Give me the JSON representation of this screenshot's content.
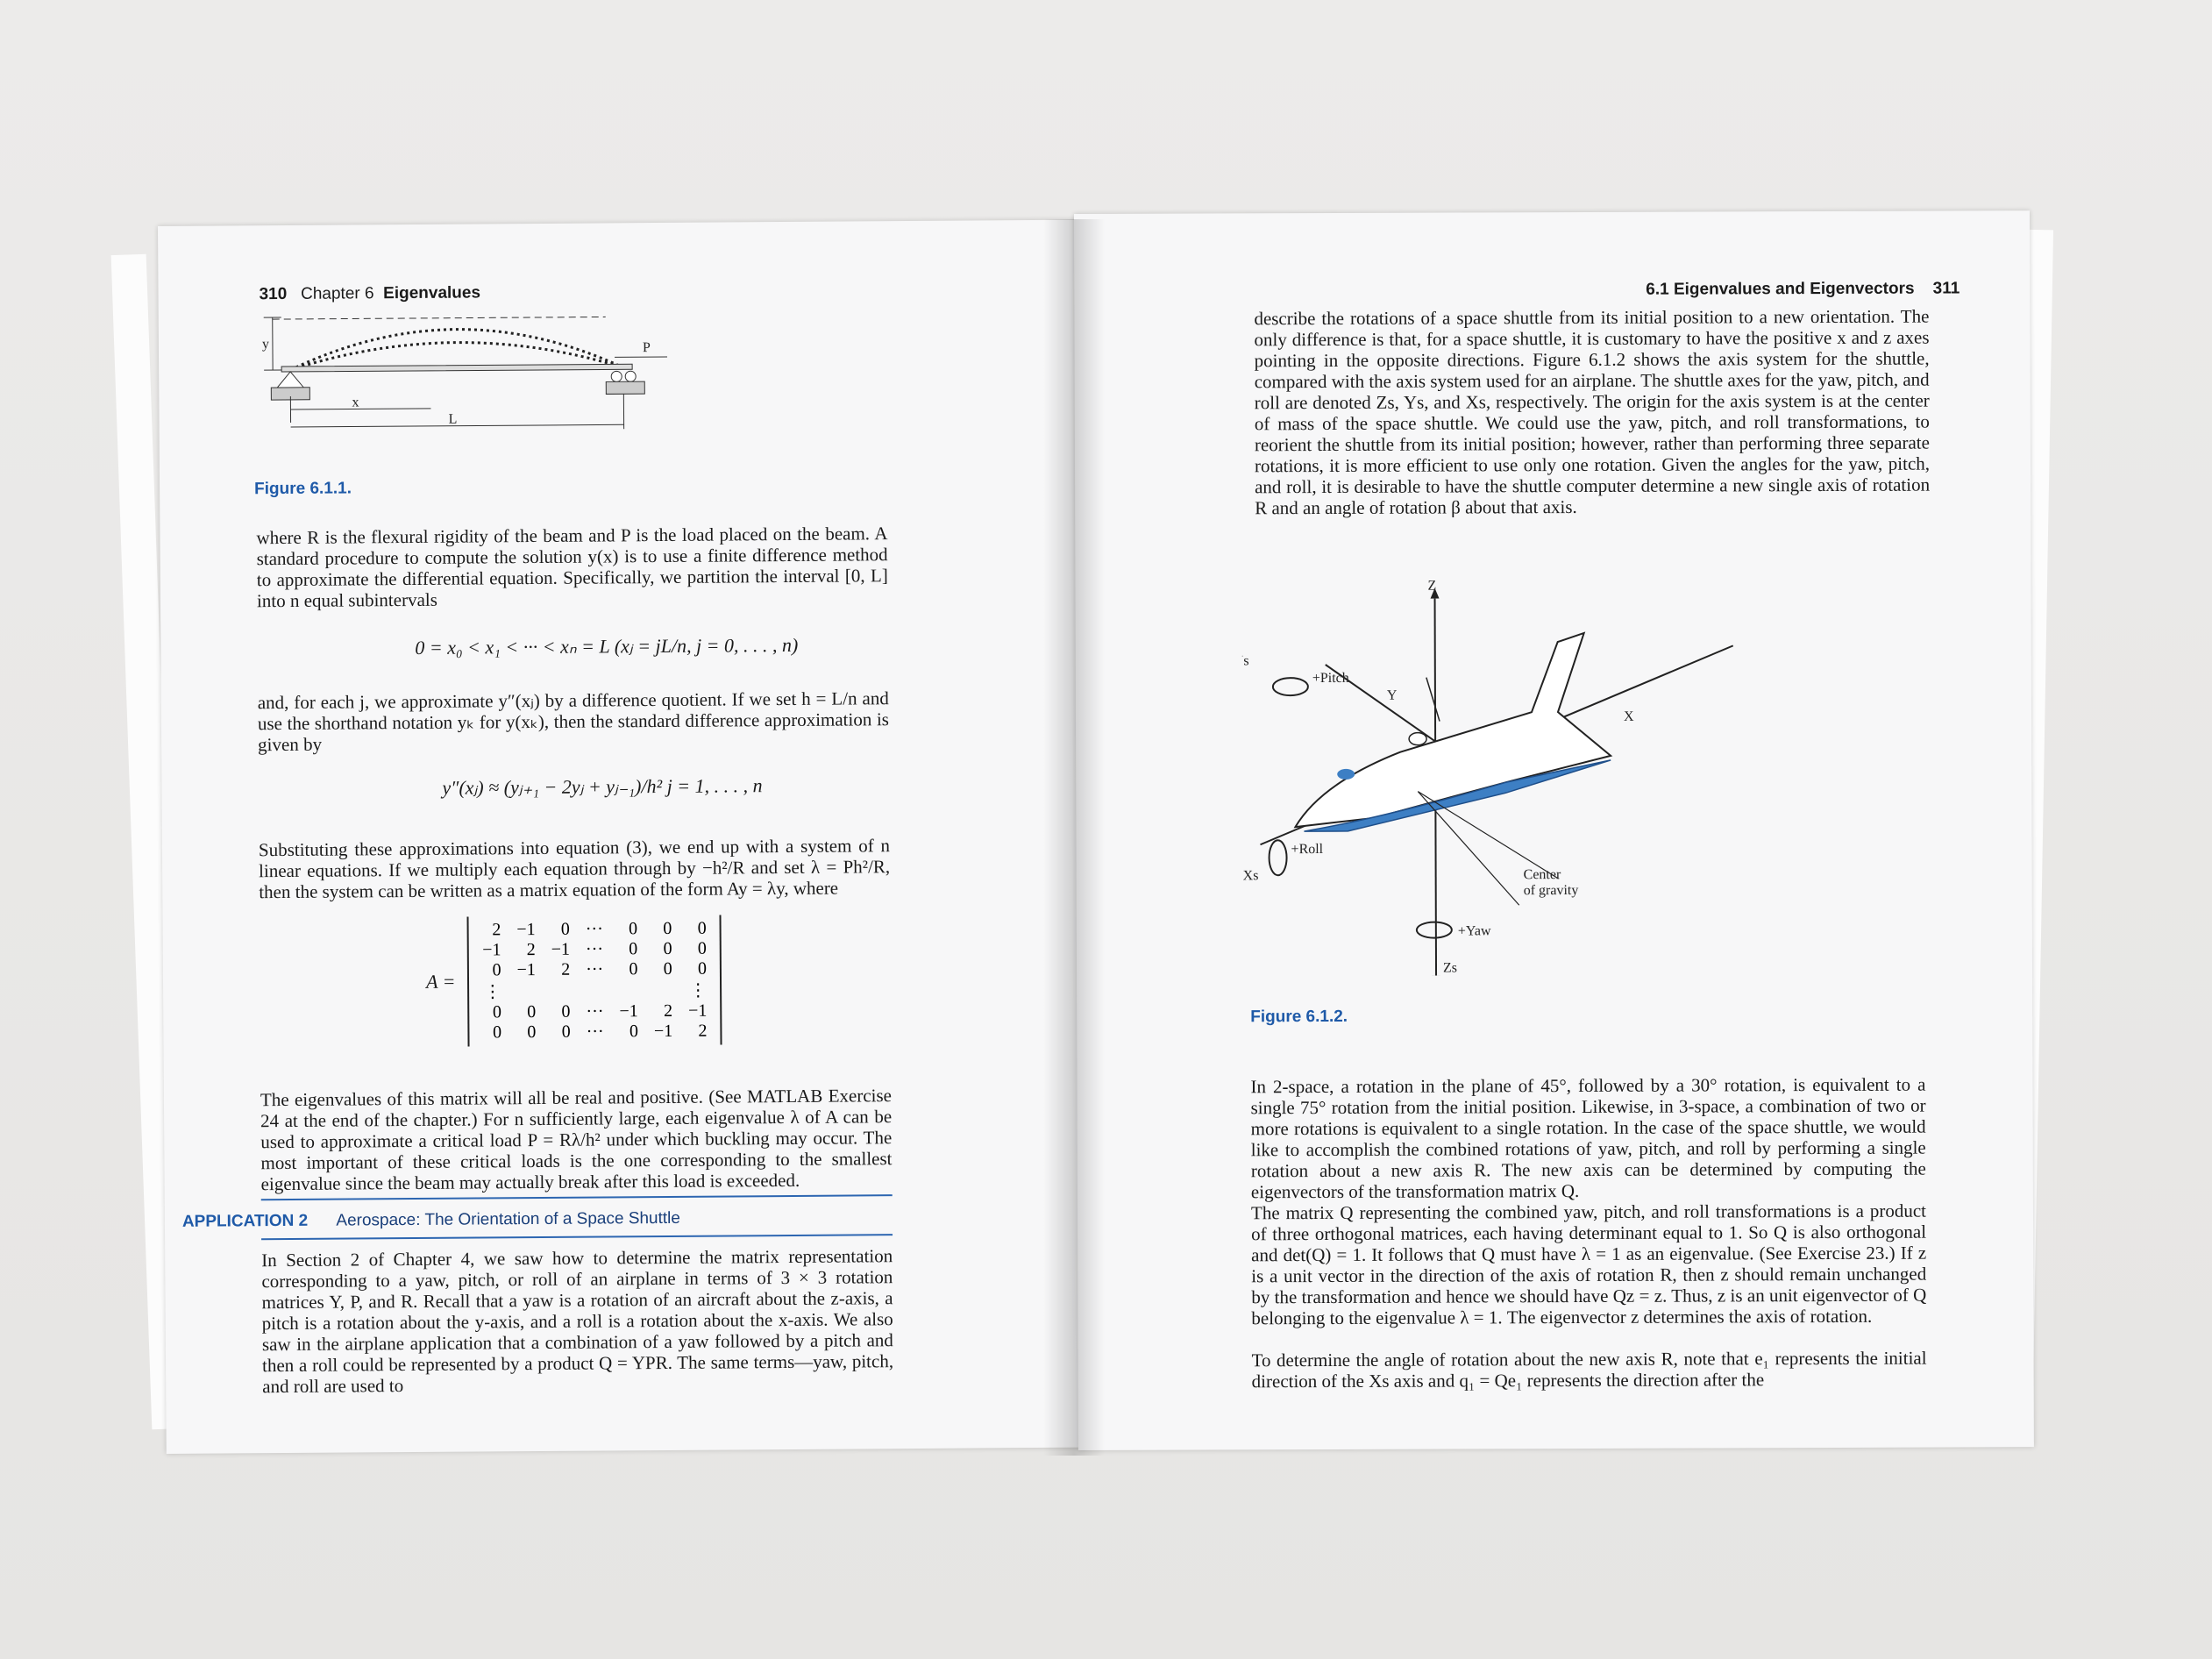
{
  "left_page": {
    "running_head": {
      "page_number": "310",
      "chapter": "Chapter 6",
      "chapter_title": "Eigenvalues"
    },
    "figure1_caption": "Figure 6.1.1.",
    "figure1_labels": {
      "y": "y",
      "p": "P",
      "x": "x",
      "L": "L"
    },
    "para1": "where R is the flexural rigidity of the beam and P is the load placed on the beam. A standard procedure to compute the solution y(x) is to use a finite difference method to approximate the differential equation. Specifically, we partition the interval [0, L] into n equal subintervals",
    "eq1": "0 = x₀ < x₁ < ··· < xₙ = L   (xⱼ = jL/n, j = 0, . . . , n)",
    "para2": "and, for each j, we approximate y″(xⱼ) by a difference quotient. If we set h = L/n and use the shorthand notation yₖ for y(xₖ), then the standard difference approximation is given by",
    "eq2": "y″(xⱼ) ≈ (yⱼ₊₁ − 2yⱼ + yⱼ₋₁)/h²     j = 1, . . . , n",
    "para3": "Substituting these approximations into equation (3), we end up with a system of n linear equations. If we multiply each equation through by −h²/R and set λ = Ph²/R, then the system can be written as a matrix equation of the form Ay = λy, where",
    "matrix_label": "A =",
    "matrix_rows": [
      [
        "2",
        "−1",
        "0",
        "···",
        "0",
        "0",
        "0"
      ],
      [
        "−1",
        "2",
        "−1",
        "···",
        "0",
        "0",
        "0"
      ],
      [
        "0",
        "−1",
        "2",
        "···",
        "0",
        "0",
        "0"
      ],
      [
        "⋮",
        "",
        "",
        "",
        "",
        "",
        "⋮"
      ],
      [
        "0",
        "0",
        "0",
        "···",
        "−1",
        "2",
        "−1"
      ],
      [
        "0",
        "0",
        "0",
        "···",
        "0",
        "−1",
        "2"
      ]
    ],
    "para4": "The eigenvalues of this matrix will all be real and positive. (See MATLAB Exercise 24 at the end of the chapter.) For n sufficiently large, each eigenvalue λ of A can be used to approximate a critical load P = Rλ/h² under which buckling may occur. The most important of these critical loads is the one corresponding to the smallest eigenvalue since the beam may actually break after this load is exceeded.",
    "application_tag": "APPLICATION 2",
    "application_title": "Aerospace: The Orientation of a Space Shuttle",
    "para5": "In Section 2 of Chapter 4, we saw how to determine the matrix representation corresponding to a yaw, pitch, or roll of an airplane in terms of 3 × 3 rotation matrices Y, P, and R. Recall that a yaw is a rotation of an aircraft about the z-axis, a pitch is a rotation about the y-axis, and a roll is a rotation about the x-axis. We also saw in the airplane application that a combination of a yaw followed by a pitch and then a roll could be represented by a product Q = YPR. The same terms—yaw, pitch, and roll are used to"
  },
  "right_page": {
    "running_head": {
      "section": "6.1 Eigenvalues and Eigenvectors",
      "page_number": "311"
    },
    "para1": "describe the rotations of a space shuttle from its initial position to a new orientation. The only difference is that, for a space shuttle, it is customary to have the positive x and z axes pointing in the opposite directions. Figure 6.1.2 shows the axis system for the shuttle, compared with the axis system used for an airplane. The shuttle axes for the yaw, pitch, and roll are denoted Zs, Ys, and Xs, respectively. The origin for the axis system is at the center of mass of the space shuttle. We could use the yaw, pitch, and roll transformations, to reorient the shuttle from its initial position; however, rather than performing three separate rotations, it is more efficient to use only one rotation. Given the angles for the yaw, pitch, and roll, it is desirable to have the shuttle computer determine a new single axis of rotation R and an angle of rotation β about that axis.",
    "figure2_labels": {
      "ys": "Ys",
      "pitch": "+Pitch",
      "z": "Z",
      "y": "Y",
      "x": "X",
      "roll": "+Roll",
      "xs": "Xs",
      "center": "Center",
      "gravity": "of gravity",
      "yaw": "+Yaw",
      "zs": "Zs"
    },
    "figure2_caption": "Figure 6.1.2.",
    "para2": "In 2-space, a rotation in the plane of 45°, followed by a 30° rotation, is equivalent to a single 75° rotation from the initial position. Likewise, in 3-space, a combination of two or more rotations is equivalent to a single rotation. In the case of the space shuttle, we would like to accomplish the combined rotations of yaw, pitch, and roll by performing a single rotation about a new axis R. The new axis can be determined by computing the eigenvectors of the transformation matrix Q.",
    "para3": "The matrix Q representing the combined yaw, pitch, and roll transformations is a product of three orthogonal matrices, each having determinant equal to 1. So Q is also orthogonal and det(Q) = 1. It follows that Q must have λ = 1 as an eigenvalue. (See Exercise 23.) If z is a unit vector in the direction of the axis of rotation R, then z should remain unchanged by the transformation and hence we should have Qz = z. Thus, z is an unit eigenvector of Q belonging to the eigenvalue λ = 1. The eigenvector z determines the axis of rotation.",
    "para4": "To determine the angle of rotation about the new axis R, note that e₁ represents the initial direction of the Xs axis and q₁ = Qe₁ represents the direction after the"
  },
  "colors": {
    "accent_blue": "#1f5aa8",
    "shuttle_blue": "#3d7fc4",
    "paper": "#f7f7f8",
    "background": "#e9e8e6"
  }
}
